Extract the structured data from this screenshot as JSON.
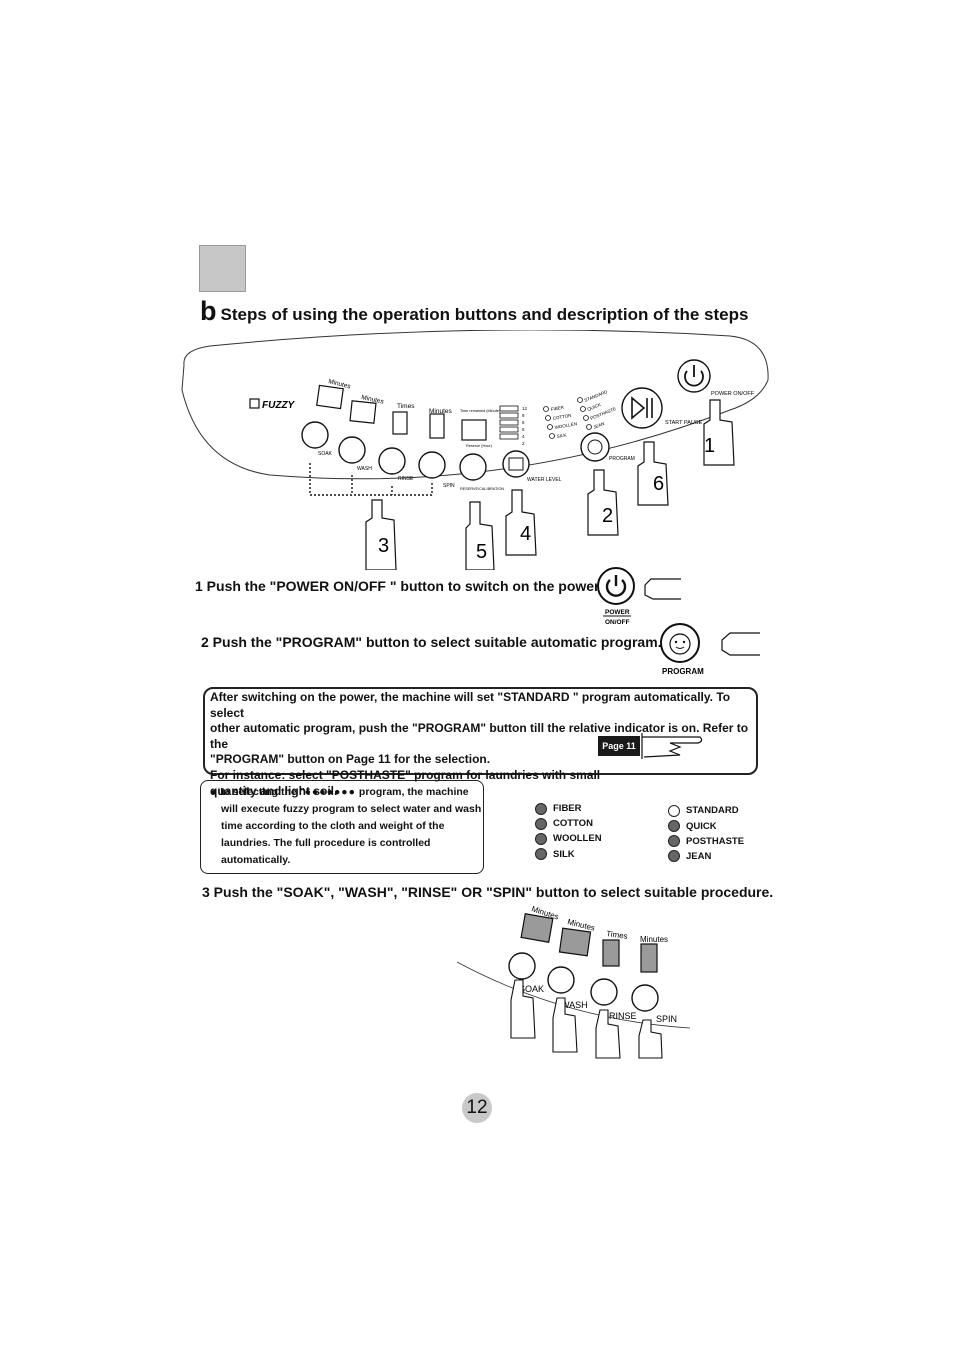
{
  "section": {
    "letter": "b",
    "title": "Steps of using the operation buttons and description of the steps"
  },
  "panel": {
    "brand": "FUZZY",
    "display_labels": [
      "Minutes",
      "Minutes",
      "Times",
      "Minutes"
    ],
    "time_remained": "Time remained (Minute)",
    "reserve": "Reserve (Hour)",
    "button_labels": {
      "soak": "SOAK",
      "wash": "WASH",
      "rinse": "RINSE",
      "spin": "SPIN",
      "reserve_calibration": "RESERVE/CALIBRATION",
      "water_level": "WATER LEVEL",
      "program": "PROGRAM",
      "start_pause": "START PAUSE",
      "power": "POWER ON/OFF"
    },
    "level_numbers": [
      "12",
      "9",
      "6",
      "5",
      "4",
      "2"
    ],
    "program_left": [
      "FIBER",
      "COTTON",
      "WOOLLEN",
      "SILK"
    ],
    "program_right": [
      "STANDARD",
      "QUICK",
      "POSTHASTE",
      "JEAN"
    ],
    "step_numbers": [
      "1",
      "2",
      "3",
      "4",
      "5",
      "6"
    ]
  },
  "steps": {
    "step1": "1 Push the \"POWER ON/OFF \" button to switch on the power.",
    "step1_icon_label_1": "POWER",
    "step1_icon_label_2": "ON/OFF",
    "step2": "2 Push the \"PROGRAM\" button to select suitable automatic program.",
    "step2_icon_label": "PROGRAM",
    "step3": "3 Push the \"SOAK\", \"WASH\", \"RINSE\" OR \"SPIN\" button to select suitable procedure."
  },
  "callout": {
    "line1": "After switching on the power, the machine will set \"STANDARD \" program automatically. To select",
    "line2": "other automatic program, push the \"PROGRAM\" button till the relative indicator is on. Refer to the",
    "line3": " \"PROGRAM\" button on Page 11  for the selection.",
    "line4": "For instance: select \"POSTHASTE\" program for laundries with small",
    "line5": "quantity and light soil.",
    "page_ref": "Page 11"
  },
  "note": {
    "line1a": "In selecting the  \"",
    "line1b": "program,  the machine",
    "line2": "will execute fuzzy program to select water and wash",
    "line3": " time according to the cloth and weight of the",
    "line4": "laundries.  The full procedure  is controlled",
    "line5": " automatically."
  },
  "indicators": {
    "left": [
      {
        "label": "FIBER",
        "on": true
      },
      {
        "label": "COTTON",
        "on": true
      },
      {
        "label": "WOOLLEN",
        "on": true
      },
      {
        "label": "SILK",
        "on": true
      }
    ],
    "right": [
      {
        "label": "STANDARD",
        "on": false
      },
      {
        "label": "QUICK",
        "on": true
      },
      {
        "label": "POSTHASTE",
        "on": true
      },
      {
        "label": "JEAN",
        "on": true
      }
    ]
  },
  "bottom_panel": {
    "display_labels": [
      "Minutes",
      "Minutes",
      "Times",
      "Minutes"
    ],
    "buttons": [
      "SOAK",
      "WASH",
      "RINSE",
      "SPIN"
    ]
  },
  "page_number": "12"
}
